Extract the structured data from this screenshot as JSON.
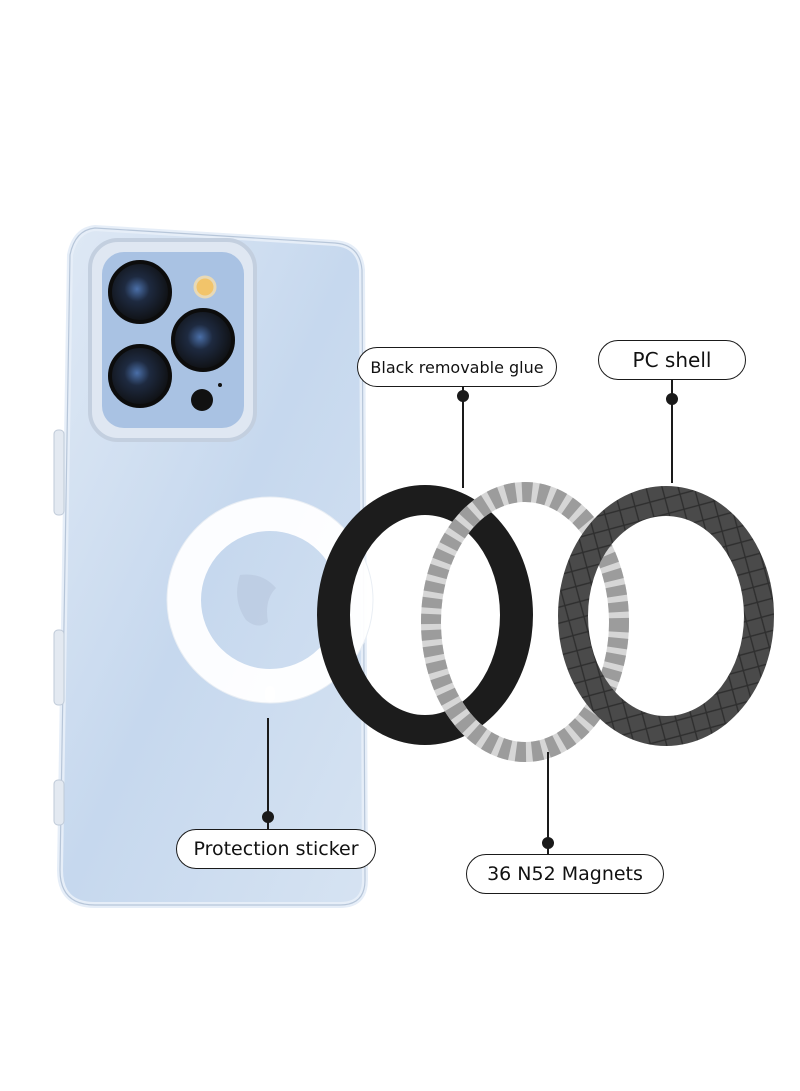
{
  "labels": {
    "black_removable_glue": "Black removable glue",
    "pc_shell": "PC shell",
    "protection_sticker": "Protection sticker",
    "magnets": "36 N52 Magnets"
  },
  "colors": {
    "case_tint": "#c9d9ec",
    "camera_lens": "#141414",
    "flash": "#f2c46a",
    "glue_ring": "#1c1c1c",
    "magnet_segment": "#b9b9b9",
    "shell_ring": "#4a4a4a",
    "sticker_ring": "#ffffff",
    "leader_line": "#1a1a1a"
  },
  "icons": [
    "phone-case",
    "camera-lens",
    "flash",
    "apple-logo",
    "magnet-ring"
  ]
}
